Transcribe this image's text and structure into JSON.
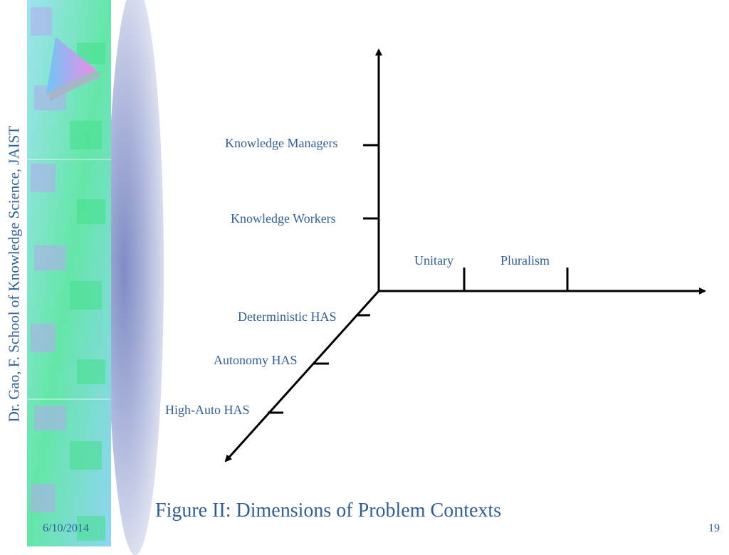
{
  "sidebar": {
    "author_text": "Dr. Gao, F.  School of Knowledge Science, JAIST"
  },
  "diagram": {
    "vertical_axis_labels": [
      "Knowledge Managers",
      "Knowledge Workers"
    ],
    "horizontal_axis_labels": [
      "Unitary",
      "Pluralism"
    ],
    "diagonal_axis_labels": [
      "Deterministic HAS",
      "Autonomy HAS",
      "High-Auto HAS"
    ]
  },
  "figure_title": "Figure II: Dimensions of Problem Contexts",
  "footer": {
    "date": "6/10/2014",
    "page_number": "19"
  },
  "colors": {
    "text": "#2f5f99",
    "axis": "#000000"
  }
}
